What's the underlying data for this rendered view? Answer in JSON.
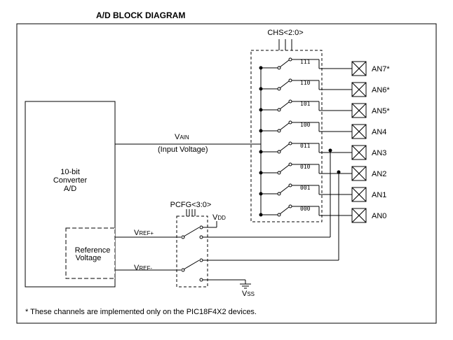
{
  "title": "A/D BLOCK DIAGRAM",
  "chs_label": "CHS<2:0>",
  "pcfg_label": "PCFG<3:0>",
  "vain": {
    "main": "V",
    "sub": "AIN"
  },
  "input_voltage": "(Input Voltage)",
  "converter": {
    "line1": "10-bit",
    "line2": "Converter",
    "line3": "A/D"
  },
  "reference": {
    "line1": "Reference",
    "line2": "Voltage"
  },
  "vref_plus": {
    "main": "V",
    "sub": "REF+"
  },
  "vref_minus": {
    "main": "V",
    "sub": "REF-"
  },
  "vdd": {
    "main": "V",
    "sub": "DD"
  },
  "vss": {
    "main": "V",
    "sub": "SS"
  },
  "channels": [
    {
      "code": "111",
      "pin": "AN7*"
    },
    {
      "code": "110",
      "pin": "AN6*"
    },
    {
      "code": "101",
      "pin": "AN5*"
    },
    {
      "code": "100",
      "pin": "AN4"
    },
    {
      "code": "011",
      "pin": "AN3"
    },
    {
      "code": "010",
      "pin": "AN2"
    },
    {
      "code": "001",
      "pin": "AN1"
    },
    {
      "code": "000",
      "pin": "AN0"
    }
  ],
  "footnote": "* These channels are implemented only on the PIC18F4X2 devices."
}
